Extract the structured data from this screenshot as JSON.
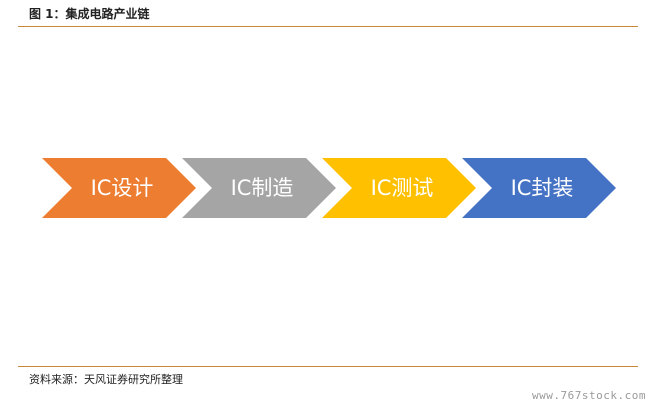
{
  "figure": {
    "title": "图 1：集成电路产业链"
  },
  "chain": {
    "steps": [
      {
        "label": "IC设计",
        "color": "#ed7d31"
      },
      {
        "label": "IC制造",
        "color": "#a5a5a5"
      },
      {
        "label": "IC测试",
        "color": "#ffc000"
      },
      {
        "label": "IC封装",
        "color": "#4472c4"
      }
    ]
  },
  "footer": {
    "source": "资料来源：天风证券研究所整理",
    "watermark": "www.767stock.com"
  }
}
